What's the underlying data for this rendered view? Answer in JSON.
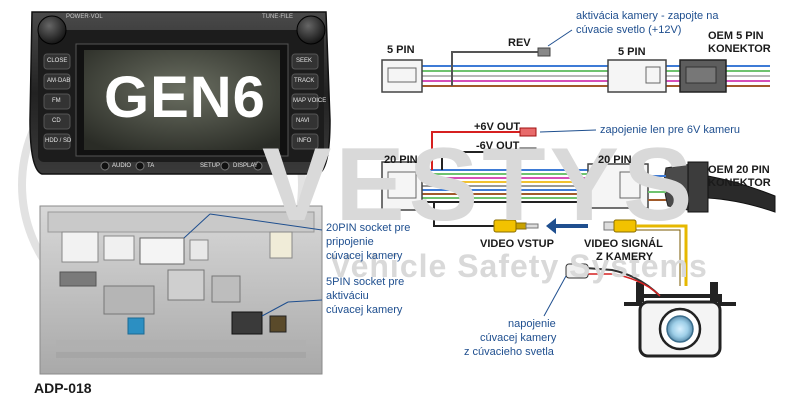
{
  "watermark": {
    "brand": "VESTYS",
    "tagline": "Vehicle Safety Systems"
  },
  "head_unit": {
    "model": "GEN6",
    "left_knob_label": "POWER·VOL",
    "right_knob_label": "TUNE·FILE",
    "left_buttons": [
      "CLOSE",
      "AM·DAB",
      "FM",
      "CD",
      "HDD / SD"
    ],
    "right_buttons": [
      "SEEK",
      "TRACK",
      "MAP VOICE",
      "NAVI",
      "INFO"
    ],
    "bottom_buttons": [
      "AUDIO",
      "TA",
      "SETUP",
      "DISPLAY"
    ]
  },
  "top_harness": {
    "left_pin": "5 PIN",
    "mid_pin": "5 PIN",
    "rev_label": "REV",
    "rev_note_line1": "aktivácia kamery - zapojte na",
    "rev_note_line2": "cúvacie svetlo (+12V)",
    "oem_line1": "OEM 5 PIN",
    "oem_line2": "KONEKTOR"
  },
  "bottom_harness": {
    "left_pin": "20 PIN",
    "mid_pin": "20 PIN",
    "plus6_label": "+6V OUT",
    "minus6_label": "-6V OUT",
    "plus6_note": "zapojenie len pre 6V kameru",
    "oem_line1": "OEM 20 PIN",
    "oem_line2": "KONEKTOR"
  },
  "video": {
    "in_label": "VIDEO VSTUP",
    "out_line1": "VIDEO SIGNÁL",
    "out_line2": "Z KAMERY"
  },
  "camera_note": [
    "napojenie",
    "cúvacej kamery",
    "z cúvacieho svetla"
  ],
  "unit_back_notes": {
    "socket20": [
      "20PIN socket pre",
      "pripojenie",
      "cúvacej kamery"
    ],
    "socket5": [
      "5PIN socket pre",
      "aktiváciu",
      "cúvacej kamery"
    ]
  },
  "product_code": "ADP-018",
  "colors": {
    "callout": "#1f4f8f",
    "red_wire": "#d62020",
    "yellow_rca": "#f2c200",
    "bezel": "#2b2b2b"
  }
}
